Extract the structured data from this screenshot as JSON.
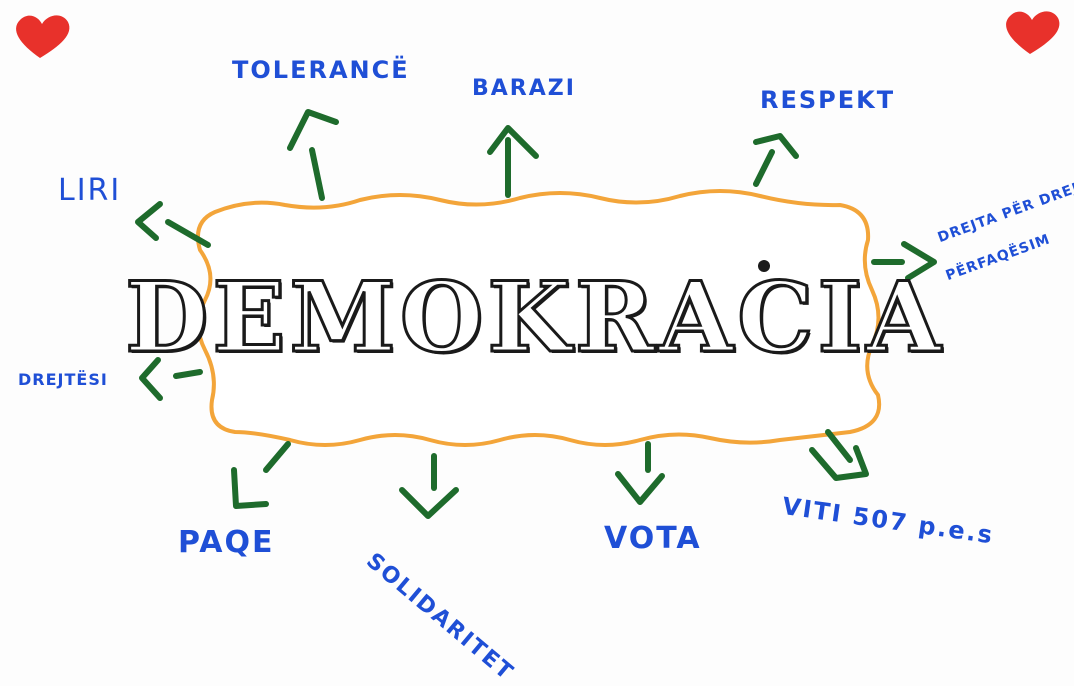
{
  "center": {
    "title": "DEMOKRACIA"
  },
  "labels": {
    "tolerance": "TOLERANCË",
    "barazi": "BARAZI",
    "respekt": "RESPEKT",
    "liri": "LIRI",
    "drejtesi": "DREJTËSI",
    "paqe": "PAQE",
    "solidaritet": "SOLIDARITET",
    "vota": "VOTA",
    "viti": "VITI 507 p.e.s",
    "drejta_line1": "DREJTA PËR DREJTË",
    "drejta_line2": "PËRFAQËSIM"
  },
  "colors": {
    "label": "#1f4fd6",
    "arrow": "#1e6b2c",
    "cloud": "#f3a53a",
    "heart": "#e8312b",
    "title": "#1a1a1a"
  }
}
